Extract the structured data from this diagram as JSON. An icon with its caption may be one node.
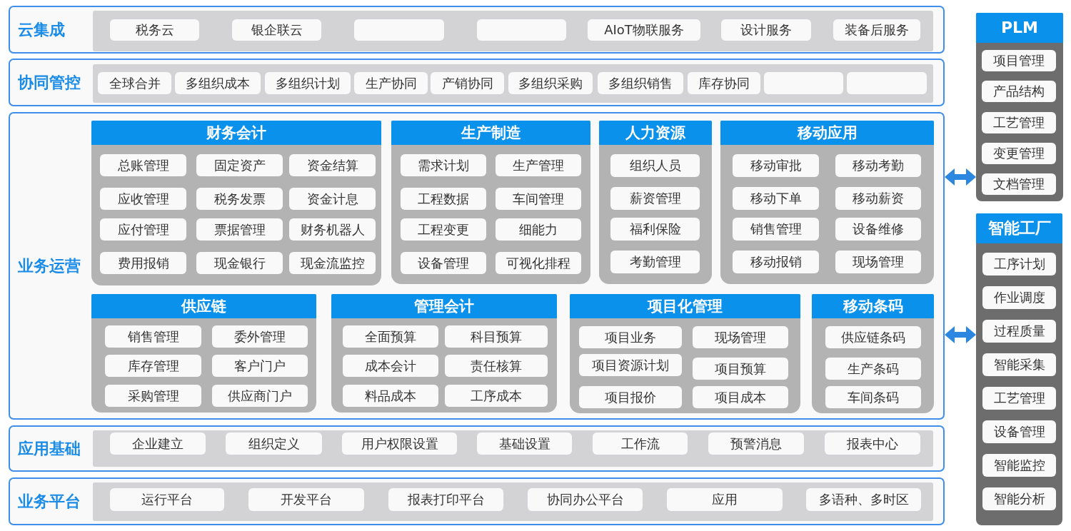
{
  "diagram": {
    "nodes": [
      {
        "text": [
          "云集成"
        ]
      },
      {
        "text": [
          "税务云"
        ],
        "in": 0
      },
      {
        "text": [
          "银企联云"
        ],
        "in": 0
      },
      {
        "text": [],
        "shape": "box",
        "in": 0
      },
      {
        "text": [],
        "shape": "box",
        "in": 0
      },
      {
        "text": [
          "AIoT物联服务"
        ],
        "in": 0
      },
      {
        "text": [
          "设计服务"
        ],
        "in": 0
      },
      {
        "text": [
          "装备后服务"
        ],
        "in": 0
      },
      {
        "text": [
          "协同管控"
        ]
      },
      {
        "text": [
          "全球合并"
        ],
        "in": 8
      },
      {
        "text": [
          "多组织成本"
        ],
        "in": 8
      },
      {
        "text": [
          "多组织计划"
        ],
        "in": 8
      },
      {
        "text": [
          "生产协同"
        ],
        "in": 8
      },
      {
        "text": [
          "产销协同"
        ],
        "in": 8
      },
      {
        "text": [
          "多组织采购"
        ],
        "in": 8
      },
      {
        "text": [
          "多组织销售"
        ],
        "in": 8
      },
      {
        "text": [
          "库存协同"
        ],
        "in": 8
      },
      {
        "text": [],
        "shape": "box",
        "in": 8
      },
      {
        "text": [],
        "shape": "box",
        "in": 8
      },
      {
        "text": [
          "业务运营"
        ]
      },
      {
        "text": [
          "财务会计"
        ],
        "in": 19
      },
      {
        "text": [
          "总账管理"
        ],
        "in": 20
      },
      {
        "text": [
          "固定资产"
        ],
        "in": 20
      },
      {
        "text": [
          "资金结算"
        ],
        "in": 20
      },
      {
        "text": [
          "应收管理"
        ],
        "in": 20
      },
      {
        "text": [
          "税务发票"
        ],
        "in": 20
      },
      {
        "text": [
          "资金计息"
        ],
        "in": 20
      },
      {
        "text": [
          "应付管理"
        ],
        "in": 20
      },
      {
        "text": [
          "票据管理"
        ],
        "in": 20
      },
      {
        "text": [
          "财务机器人"
        ],
        "in": 20
      },
      {
        "text": [
          "费用报销"
        ],
        "in": 20
      },
      {
        "text": [
          "现金银行"
        ],
        "in": 20
      },
      {
        "text": [
          "现金流监控"
        ],
        "in": 20
      },
      {
        "text": [
          "生产制造"
        ],
        "in": 19
      },
      {
        "text": [
          "需求计划"
        ],
        "in": 33
      },
      {
        "text": [
          "生产管理"
        ],
        "in": 33
      },
      {
        "text": [
          "工程数据"
        ],
        "in": 33
      },
      {
        "text": [
          "车间管理"
        ],
        "in": 33
      },
      {
        "text": [
          "工程变更"
        ],
        "in": 33
      },
      {
        "text": [
          "细能力"
        ],
        "in": 33
      },
      {
        "text": [
          "设备管理"
        ],
        "in": 33
      },
      {
        "text": [
          "可视化排程"
        ],
        "in": 33
      },
      {
        "text": [
          "人力资源"
        ],
        "in": 19
      },
      {
        "text": [
          "组织人员"
        ],
        "in": 42
      },
      {
        "text": [
          "薪资管理"
        ],
        "in": 42
      },
      {
        "text": [
          "福利保险"
        ],
        "in": 42
      },
      {
        "text": [
          "考勤管理"
        ],
        "in": 42
      },
      {
        "text": [
          "移动应用"
        ],
        "in": 19
      },
      {
        "text": [
          "移动审批"
        ],
        "in": 47
      },
      {
        "text": [
          "移动考勤"
        ],
        "in": 47
      },
      {
        "text": [
          "移动下单"
        ],
        "in": 47
      },
      {
        "text": [
          "移动薪资"
        ],
        "in": 47
      },
      {
        "text": [
          "销售管理"
        ],
        "in": 47
      },
      {
        "text": [
          "设备维修"
        ],
        "in": 47
      },
      {
        "text": [
          "移动报销"
        ],
        "in": 47
      },
      {
        "text": [
          "现场管理"
        ],
        "in": 47
      },
      {
        "text": [
          "供应链"
        ],
        "in": 19
      },
      {
        "text": [
          "销售管理"
        ],
        "in": 56
      },
      {
        "text": [
          "委外管理"
        ],
        "in": 56
      },
      {
        "text": [
          "库存管理"
        ],
        "in": 56
      },
      {
        "text": [
          "客户门户"
        ],
        "in": 56
      },
      {
        "text": [
          "采购管理"
        ],
        "in": 56
      },
      {
        "text": [
          "供应商门户"
        ],
        "in": 56
      },
      {
        "text": [
          "管理会计"
        ],
        "in": 19
      },
      {
        "text": [
          "全面预算"
        ],
        "in": 63
      },
      {
        "text": [
          "科目预算"
        ],
        "in": 63
      },
      {
        "text": [
          "成本会计"
        ],
        "in": 63
      },
      {
        "text": [
          "责任核算"
        ],
        "in": 63
      },
      {
        "text": [
          "料品成本"
        ],
        "in": 63
      },
      {
        "text": [
          "工序成本"
        ],
        "in": 63
      },
      {
        "text": [
          "项目化管理"
        ],
        "in": 19
      },
      {
        "text": [
          "项目业务"
        ],
        "in": 70
      },
      {
        "text": [
          "现场管理"
        ],
        "in": 70
      },
      {
        "text": [
          "项目资源计划"
        ],
        "in": 70
      },
      {
        "text": [
          "项目预算"
        ],
        "in": 70
      },
      {
        "text": [
          "项目报价"
        ],
        "in": 70
      },
      {
        "text": [
          "项目成本"
        ],
        "in": 70
      },
      {
        "text": [
          "移动条码"
        ],
        "in": 19
      },
      {
        "text": [
          "供应链条码"
        ],
        "in": 77
      },
      {
        "text": [
          "生产条码"
        ],
        "in": 77
      },
      {
        "text": [
          "车间条码"
        ],
        "in": 77
      },
      {
        "text": [
          "应用基础"
        ]
      },
      {
        "text": [
          "企业建立"
        ],
        "in": 81
      },
      {
        "text": [
          "组织定义"
        ],
        "in": 81
      },
      {
        "text": [
          "用户权限设置"
        ],
        "in": 81
      },
      {
        "text": [
          "基础设置"
        ],
        "in": 81
      },
      {
        "text": [
          "工作流"
        ],
        "in": 81
      },
      {
        "text": [
          "预警消息"
        ],
        "in": 81
      },
      {
        "text": [
          "报表中心"
        ],
        "in": 81
      },
      {
        "text": [
          "业务平台"
        ]
      },
      {
        "text": [
          "运行平台"
        ],
        "in": 89
      },
      {
        "text": [
          "开发平台"
        ],
        "in": 89
      },
      {
        "text": [
          "报表打印平台"
        ],
        "in": 89
      },
      {
        "text": [
          "协同办公平台"
        ],
        "in": 89
      },
      {
        "text": [
          "应用"
        ],
        "in": 89
      },
      {
        "text": [
          "多语种、多时区"
        ],
        "in": 89
      },
      {
        "text": [
          "PLM"
        ]
      },
      {
        "text": [
          "项目管理"
        ],
        "in": 96
      },
      {
        "text": [
          "产品结构"
        ],
        "in": 96
      },
      {
        "text": [
          "工艺管理"
        ],
        "in": 96
      },
      {
        "text": [
          "变更管理"
        ],
        "in": 96
      },
      {
        "text": [
          "文档管理"
        ],
        "in": 96
      },
      {
        "text": [
          "智能工厂"
        ]
      },
      {
        "text": [
          "工序计划"
        ],
        "in": 102
      },
      {
        "text": [
          "作业调度"
        ],
        "in": 102
      },
      {
        "text": [
          "过程质量"
        ],
        "in": 102
      },
      {
        "text": [
          "智能采集"
        ],
        "in": 102
      },
      {
        "text": [
          "工艺管理"
        ],
        "in": 102
      },
      {
        "text": [
          "设备管理"
        ],
        "in": 102
      },
      {
        "text": [
          "智能监控"
        ],
        "in": 102
      },
      {
        "text": [
          "智能分析"
        ],
        "in": 102
      }
    ],
    "edges": [
      {
        "from": 19,
        "to": 96,
        "arrow": "both"
      },
      {
        "from": 19,
        "to": 102,
        "arrow": "both"
      }
    ]
  }
}
